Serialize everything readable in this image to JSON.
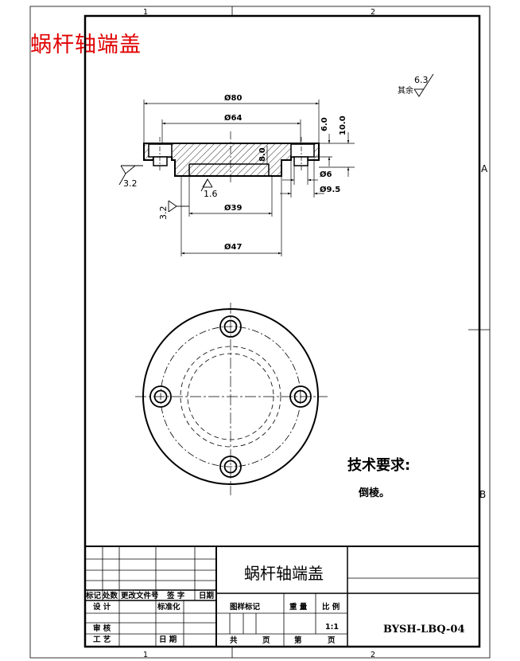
{
  "overlay_title": "蜗杆轴端盖",
  "zone_labels": {
    "top_left": "1",
    "top_right": "2",
    "bottom_left": "1",
    "bottom_right": "2",
    "row_a": "A",
    "row_b": "B"
  },
  "surface_finish": {
    "general_prefix": "其余",
    "general_value": "6.3",
    "left": "3.2",
    "bore": "1.6",
    "side": "3.2"
  },
  "dimensions": {
    "d80": "Ø80",
    "d64": "Ø64",
    "d39": "Ø39",
    "d47": "Ø47",
    "h6": "6.0",
    "h10": "10.0",
    "h8": "8.0",
    "d6": "Ø6",
    "d9_5": "Ø9.5"
  },
  "tech_req": {
    "title": "技术要求:",
    "item": "倒棱。"
  },
  "title_block": {
    "part_name": "蜗杆轴端盖",
    "drawing_code": "BYSH-LBQ-04",
    "scale": "1:1",
    "rev_headers": [
      "标记",
      "处数",
      "更改文件号",
      "签 字",
      "日期"
    ],
    "labels": {
      "design": "设 计",
      "standardize": "标准化",
      "review": "审 核",
      "process": "工 艺",
      "date": "日 期",
      "stage_mark": "图样标记",
      "weight": "重 量",
      "scale_label": "比 例",
      "total": "共",
      "sheet_unit": "页",
      "sheet_no": "第",
      "sheet_unit2": "页"
    }
  }
}
